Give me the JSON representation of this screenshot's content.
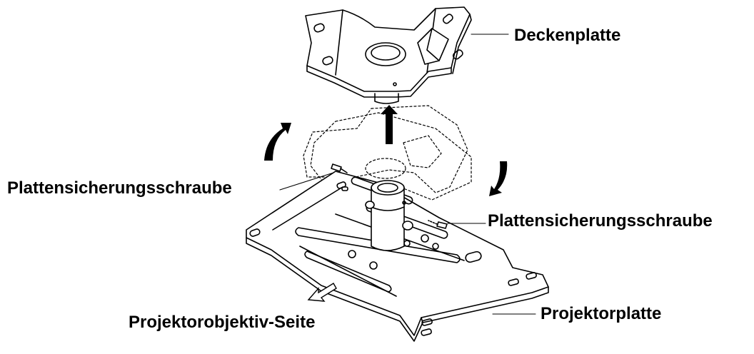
{
  "labels": {
    "ceiling_plate": "Deckenplatte",
    "plate_screw_left": "Plattensicherungsschraube",
    "plate_screw_right": "Plattensicherungsschraube",
    "lens_side": "Projektorobjektiv-Seite",
    "projector_plate": "Projektorplatte"
  },
  "colors": {
    "line": "#000000",
    "background": "#ffffff",
    "arrow_fill": "#000000"
  }
}
